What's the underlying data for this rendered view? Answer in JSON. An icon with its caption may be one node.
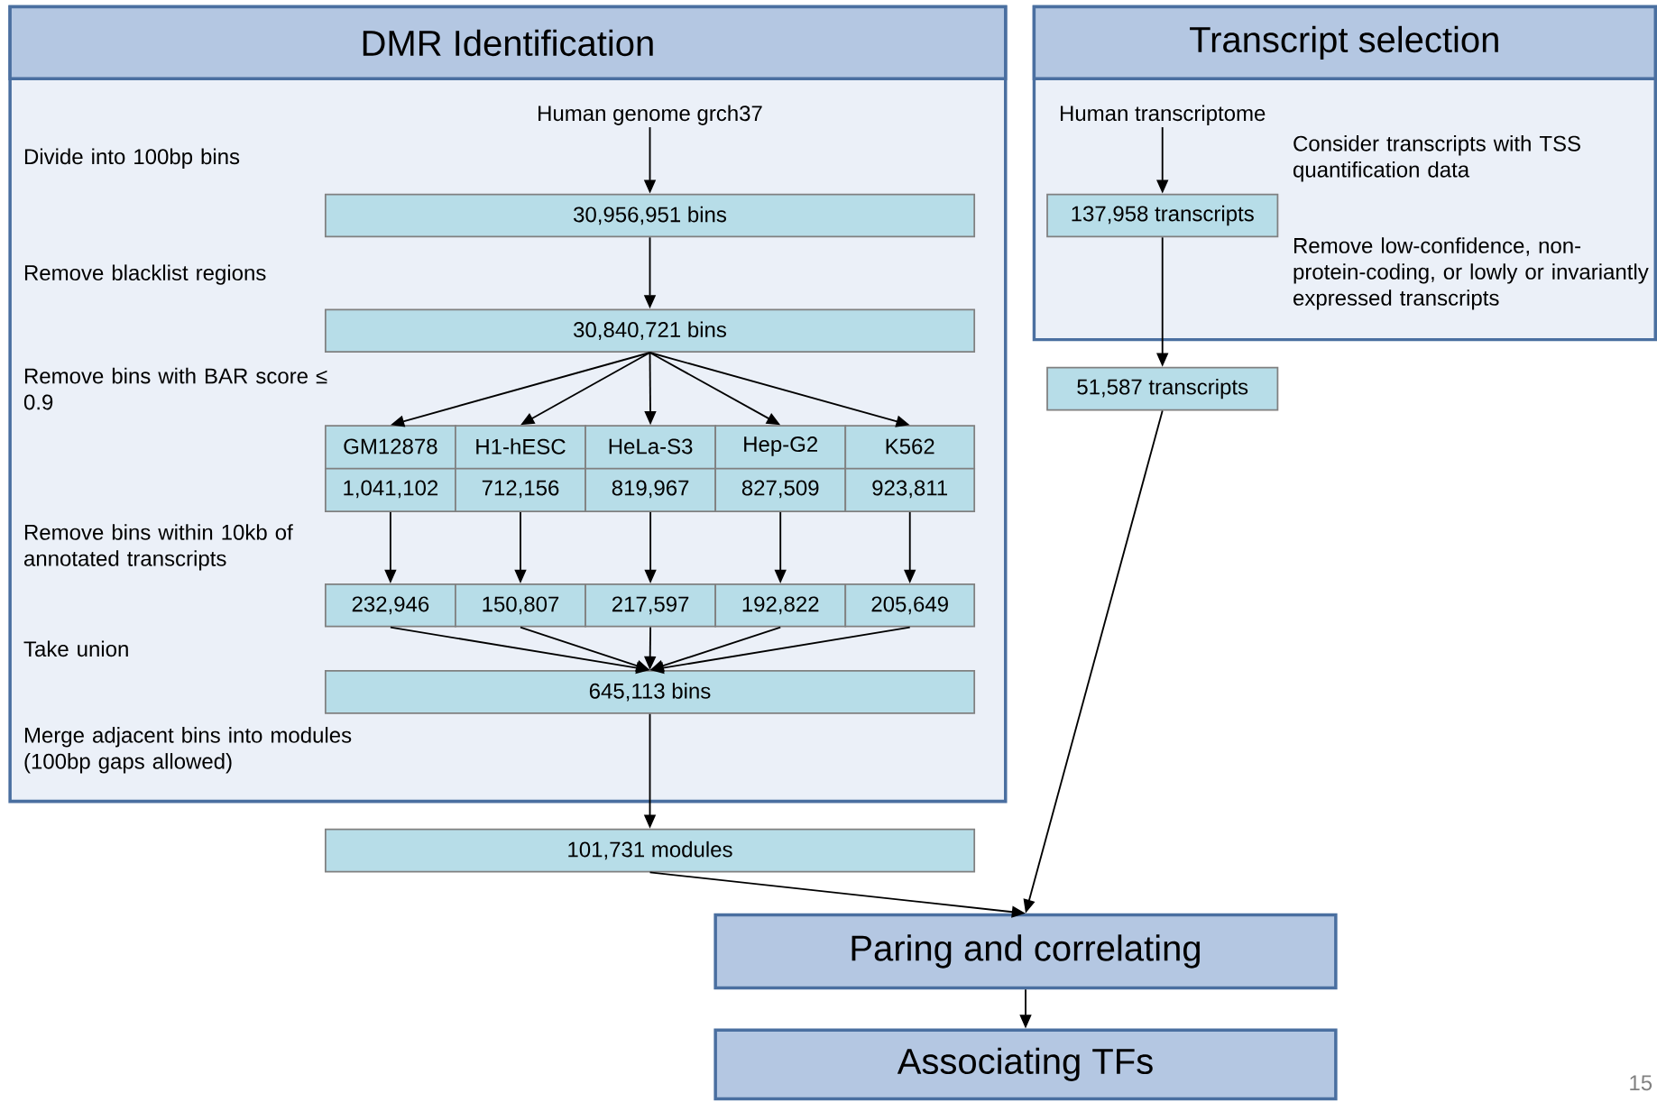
{
  "diagram": {
    "nodes": [
      {
        "text": [
          "DMR Identification"
        ]
      },
      {
        "text": [
          "Human genome grch37"
        ],
        "in": 0
      },
      {
        "text": [
          "30,956,951 bins"
        ],
        "in": 0
      },
      {
        "text": [
          "30,840,721 bins"
        ],
        "in": 0
      },
      {
        "text": [
          "GM12878",
          "1,041,102"
        ],
        "in": 0
      },
      {
        "text": [
          "H1-hESC",
          "712,156"
        ],
        "in": 0
      },
      {
        "text": [
          "HeLa-S3",
          "819,967"
        ],
        "in": 0
      },
      {
        "text": [
          "Hep-G2",
          "827,509"
        ],
        "in": 0
      },
      {
        "text": [
          "K562",
          "923,811"
        ],
        "in": 0
      },
      {
        "text": [
          "232,946"
        ],
        "in": 0
      },
      {
        "text": [
          "150,807"
        ],
        "in": 0
      },
      {
        "text": [
          "217,597"
        ],
        "in": 0
      },
      {
        "text": [
          "192,822"
        ],
        "in": 0
      },
      {
        "text": [
          "205,649"
        ],
        "in": 0
      },
      {
        "text": [
          "645,113 bins"
        ],
        "in": 0
      },
      {
        "text": [
          "Transcript selection"
        ]
      },
      {
        "text": [
          "Human transcriptome"
        ],
        "in": 15
      },
      {
        "text": [
          "137,958 transcripts"
        ],
        "in": 15
      },
      {
        "text": [
          "51,587 transcripts"
        ]
      },
      {
        "text": [
          "101,731 modules"
        ]
      },
      {
        "text": [
          "Paring and correlating"
        ]
      },
      {
        "text": [
          "Associating TFs"
        ]
      }
    ],
    "edges": [
      {
        "from": 1,
        "to": 2,
        "arrow": "to"
      },
      {
        "from": 2,
        "to": 3,
        "arrow": "to"
      },
      {
        "from": 3,
        "to": 4,
        "arrow": "to"
      },
      {
        "from": 3,
        "to": 5,
        "arrow": "to"
      },
      {
        "from": 3,
        "to": 6,
        "arrow": "to"
      },
      {
        "from": 3,
        "to": 7,
        "arrow": "to"
      },
      {
        "from": 3,
        "to": 8,
        "arrow": "to"
      },
      {
        "from": 4,
        "to": 9,
        "arrow": "to"
      },
      {
        "from": 5,
        "to": 10,
        "arrow": "to"
      },
      {
        "from": 6,
        "to": 11,
        "arrow": "to"
      },
      {
        "from": 7,
        "to": 12,
        "arrow": "to"
      },
      {
        "from": 8,
        "to": 13,
        "arrow": "to"
      },
      {
        "from": 9,
        "to": 14,
        "arrow": "to"
      },
      {
        "from": 10,
        "to": 14,
        "arrow": "to"
      },
      {
        "from": 11,
        "to": 14,
        "arrow": "to"
      },
      {
        "from": 12,
        "to": 14,
        "arrow": "to"
      },
      {
        "from": 13,
        "to": 14,
        "arrow": "to"
      },
      {
        "from": 14,
        "to": 19,
        "arrow": "to"
      },
      {
        "from": 16,
        "to": 17,
        "arrow": "to"
      },
      {
        "from": 17,
        "to": 18,
        "arrow": "to"
      },
      {
        "from": 18,
        "to": 20,
        "arrow": "to"
      },
      {
        "from": 19,
        "to": 20,
        "arrow": "to"
      },
      {
        "from": 20,
        "to": 21,
        "arrow": "to"
      }
    ],
    "labels": [
      "Divide into 100bp bins",
      "Remove blacklist regions",
      "Remove bins with BAR score ≤ 0.9",
      "Remove bins within 10kb of annotated transcripts",
      "Take union",
      "Merge adjacent bins into modules (100bp gaps allowed)",
      "Consider transcripts with TSS quantification data",
      "Remove low-confidence, non-protein-coding, or lowly or invariantly expressed transcripts",
      "15"
    ]
  }
}
